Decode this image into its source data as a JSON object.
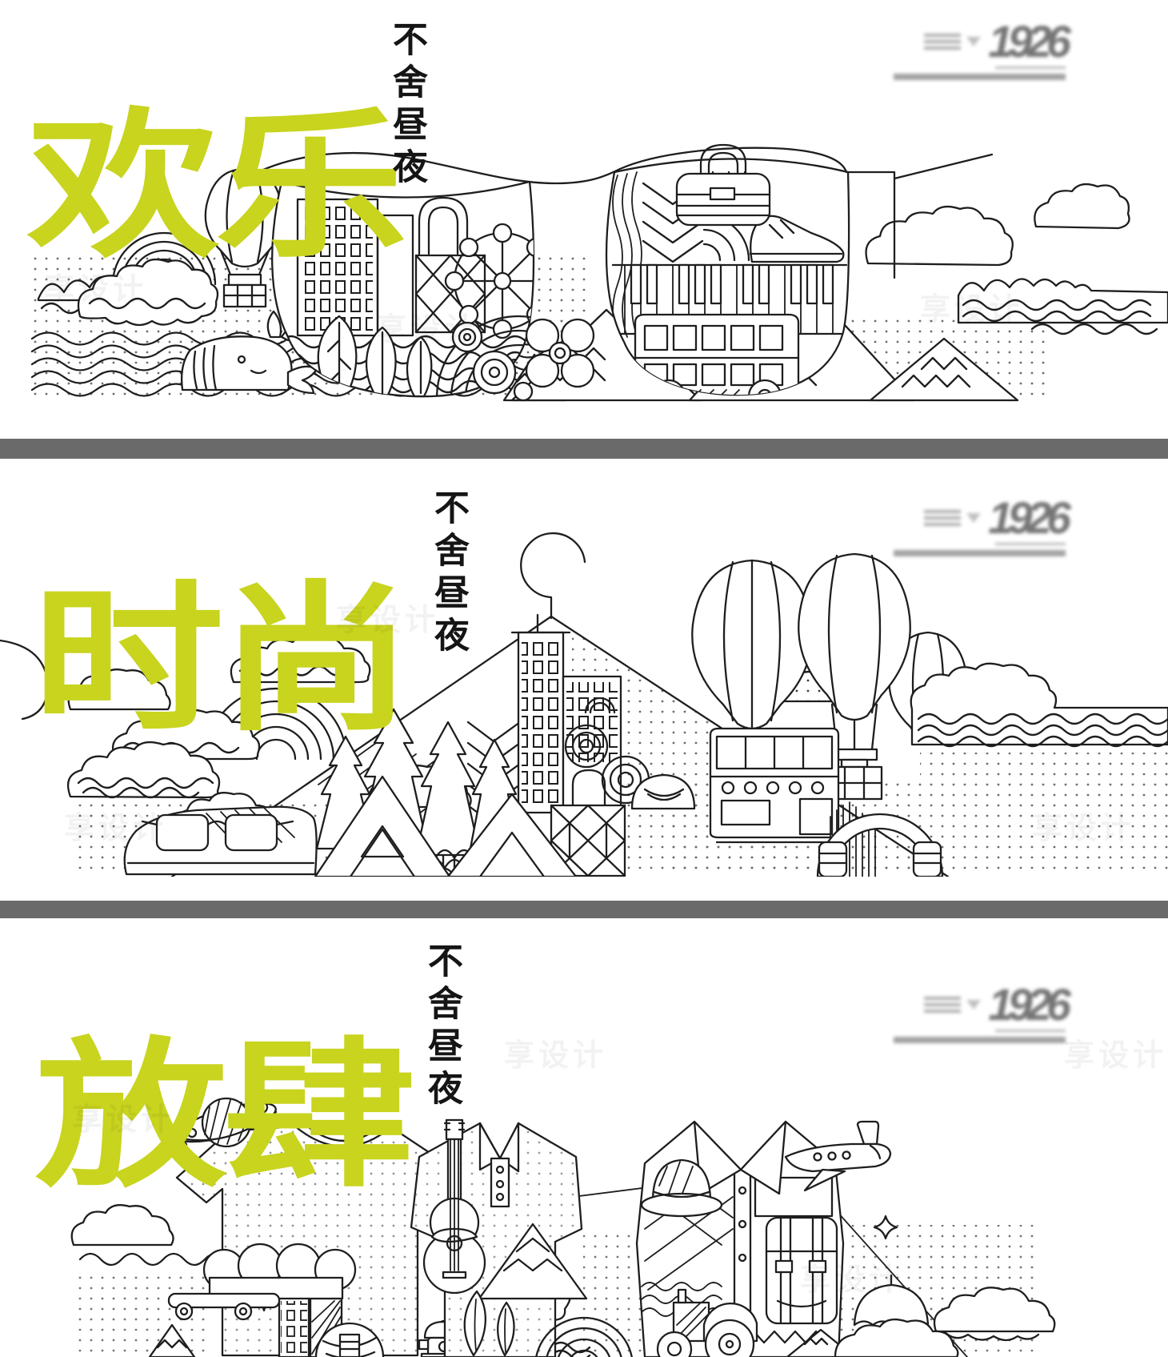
{
  "colors": {
    "accent": "#c8d41e",
    "separator": "#6a6a6a",
    "line": "#1e1e1e",
    "logo_gray": "#8e8e8e",
    "background": "#ffffff"
  },
  "watermark": {
    "text": "享设计"
  },
  "banners": [
    {
      "id": "joy",
      "title": "欢乐",
      "subtitle_vertical": "不舍昼夜",
      "logo": {
        "year": "1926"
      },
      "scene_name": "joy-sunglasses-cityscape",
      "scene_elements": [
        "sea-waves",
        "rainbow",
        "scallop-clouds",
        "whale",
        "hot-air-balloon",
        "sunglasses",
        "city-building",
        "ferris-wheel",
        "leaves",
        "lens-waves",
        "chevron-band",
        "handbag",
        "sneaker",
        "piano-keys",
        "double-decker-bus",
        "flower-circles",
        "zigzag-mountains",
        "clouds",
        "dot-halftone"
      ]
    },
    {
      "id": "fashion",
      "title": "时尚",
      "subtitle_vertical": "不舍昼夜",
      "logo": {
        "year": "1926"
      },
      "scene_name": "fashion-hanger-mountain",
      "scene_elements": [
        "clothes-hanger",
        "mountain-outline",
        "scallop-clouds",
        "rainbow",
        "pine-trees",
        "apartment-building",
        "chevron-block",
        "spiral-circles",
        "smiling-hill",
        "camera",
        "crate-x",
        "fish-scales",
        "tents",
        "sneaker-with-sunglasses",
        "hot-air-balloons",
        "balloon-basket",
        "tram",
        "headphones",
        "cloud-wave-band",
        "dot-halftone"
      ]
    },
    {
      "id": "unrestrained",
      "title": "放肆",
      "subtitle_vertical": "不舍昼夜",
      "logo": {
        "year": "1926"
      },
      "scene_name": "carefree-street-fashion",
      "scene_elements": [
        "saturn-planet",
        "t-shirt",
        "sparkles",
        "clouds",
        "pompom-balls",
        "skateboard",
        "city-buildings",
        "pine-tree",
        "tree-circle",
        "fire-hydrant",
        "guitar",
        "polo-shirt",
        "leaves",
        "house-roof",
        "rainbow",
        "waves",
        "shirt",
        "bowler-hat",
        "airplane",
        "contrail",
        "backpack",
        "tractor",
        "mount-fuji",
        "umbrella",
        "dot-halftone"
      ]
    }
  ]
}
